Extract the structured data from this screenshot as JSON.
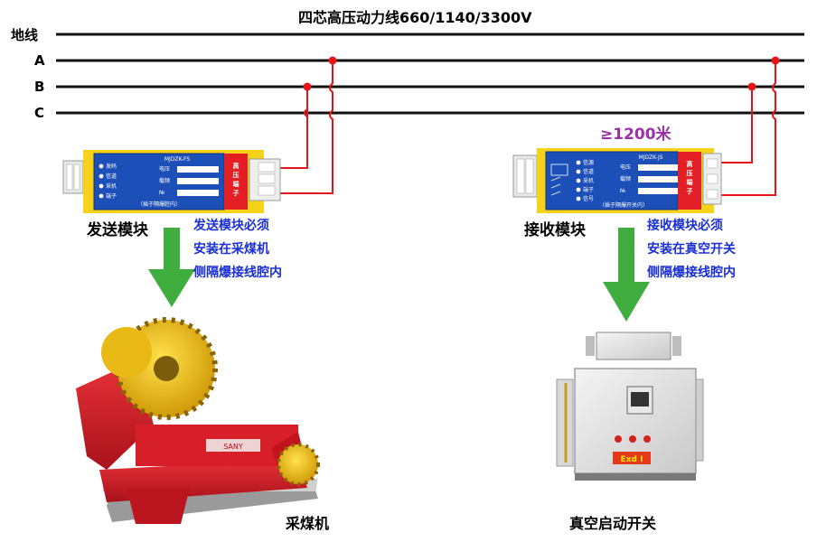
{
  "title": "四芯高压动力线660/1140/3300V",
  "buses": [
    {
      "label": "地线"
    },
    {
      "label": "A"
    },
    {
      "label": "B"
    },
    {
      "label": "C"
    }
  ],
  "distance_label": "≥1200米",
  "transmitter": {
    "label": "发送模块",
    "model": "MJDZK-FS",
    "indicators": [
      "发码",
      "信道",
      "采机",
      "端子"
    ],
    "fields": [
      "电压",
      "载频",
      "№"
    ],
    "red_label": "高压端子",
    "bottom_text": "（插于隔爆腔内）",
    "note_lines": [
      "发送模块必须",
      "安装在采煤机",
      "侧隔爆接线腔内"
    ]
  },
  "receiver": {
    "label": "接收模块",
    "model": "MJDZK-JS",
    "indicators": [
      "信源",
      "信道",
      "采机",
      "端子",
      "信号"
    ],
    "fields": [
      "电压",
      "载频",
      "№"
    ],
    "red_label": "高压端子",
    "bottom_text": "（插于隔爆开关内）",
    "note_lines": [
      "接收模块必须",
      "安装在真空开关",
      "侧隔爆接线腔内"
    ]
  },
  "shearer": {
    "caption": "采煤机",
    "brand_text": "SANY"
  },
  "switch": {
    "caption": "真空启动开关",
    "exd_text": "Exd I"
  },
  "colors": {
    "wire": "#e8141c",
    "bus": "#111111",
    "arrow": "#3fae3f",
    "note": "#1a2fd6",
    "distance": "#9b2fa8",
    "module_blue": "#1d4fb8",
    "module_red": "#e31e24",
    "module_yellow": "#f6d31a"
  }
}
